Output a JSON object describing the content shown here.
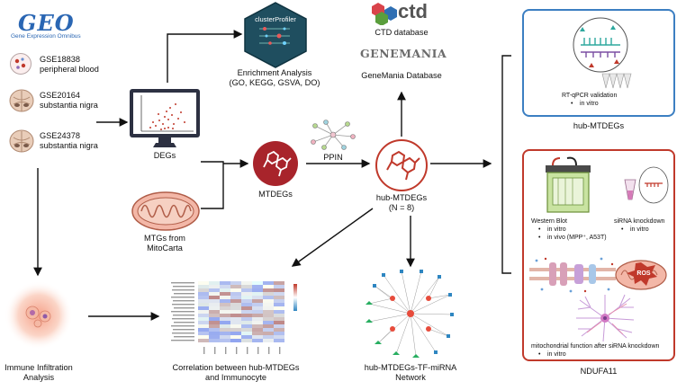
{
  "geo": {
    "logo_text": "GEO",
    "subtitle": "Gene Expression Omnibus",
    "datasets": [
      {
        "id": "GSE18838",
        "tissue": "peripheral blood"
      },
      {
        "id": "GSE20164",
        "tissue": "substantia nigra"
      },
      {
        "id": "GSE24378",
        "tissue": "substantia nigra"
      }
    ]
  },
  "degs": {
    "label": "DEGs"
  },
  "mtgs": {
    "line1": "MTGs from",
    "line2": "MitoCarta"
  },
  "mtdegs": {
    "label": "MTDEGs"
  },
  "enrichment": {
    "logo_text": "clusterProfiler",
    "line1": "Enrichment Analysis",
    "line2": "(GO, KEGG, GSVA, DO)"
  },
  "ctd": {
    "logo_text": "ctd",
    "label": "CTD database"
  },
  "genemania": {
    "logo_text": "GENEMANIA",
    "label": "GeneMania Database"
  },
  "ppin": {
    "label": "PPIN"
  },
  "hub": {
    "line1": "hub-MTDEGs",
    "line2": "(N = 8)"
  },
  "network": {
    "line1": "hub-MTDEGs-TF-miRNA",
    "line2": "Network"
  },
  "correlation": {
    "line1": "Correlation between hub-MTDEGs",
    "line2": "and Immunocyte"
  },
  "immune": {
    "line1": "Immune Infiltration",
    "line2": "Analysis"
  },
  "panel_hub": {
    "caption": "RT-qPCR validation",
    "bullet": "in vitro",
    "title": "hub-MTDEGs",
    "border_color": "#3c7fc2"
  },
  "panel_ndufa11": {
    "western": "Western Blot",
    "western_b1": "in vitro",
    "western_b2": "in vivo (MPP⁺, A53T)",
    "sirna": "siRNA knockdown",
    "sirna_b1": "in vitro",
    "ros": "ROS",
    "mito": "mitochondrial function after siRNA knockdown",
    "mito_b1": "in vitro",
    "title": "NDUFA11",
    "border_color": "#c0392b"
  }
}
